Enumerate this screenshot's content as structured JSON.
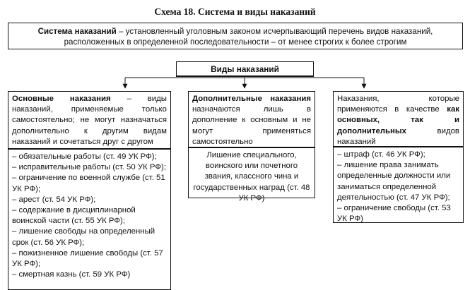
{
  "title": "Схема 18. Система и виды наказаний",
  "definition": {
    "term": "Система наказаний",
    "text": " – установленный уголовным законом исчерпывающий перечень видов наказаний, расположенных в определенной последовательности – от менее строгих к более строгим"
  },
  "types_label": "Виды наказаний",
  "main": {
    "head_bold": "Основные наказания",
    "head_text": " – виды наказаний, применяемые только самостоятельно; не могут назначаться дополнительно к другим видам наказаний и сочетаться друг с другом",
    "items": [
      "– обязательные работы (ст. 49 УК РФ);",
      "– исправительные работы (ст. 50 УК РФ);",
      "– ограничение по военной службе (ст. 51 УК РФ);",
      "– арест (ст. 54 УК РФ);",
      "– содержание в дисциплинарной воинской части (ст. 55 УК РФ);",
      "– лишение свободы на определенный срок (ст. 56 УК РФ);",
      "– пожизненное лишение свободы (ст. 57 УК РФ);",
      "– смертная казнь (ст. 59 УК РФ)"
    ]
  },
  "additional": {
    "head_bold": "Дополнительные наказания",
    "head_text": " назначаются лишь в дополнение к основным и не могут применяться самостоятельно",
    "items": [
      "Лишение специального, воинского или почетного звания, классного чина и государственных наград (ст. 48 УК РФ)"
    ]
  },
  "mixed": {
    "head_text": "Наказания, которые применяются в качестве ",
    "head_bold": "как основных, так и дополнительных",
    "head_text_end": " видов наказаний",
    "items": [
      "– штраф (ст. 46 УК РФ);",
      "– лишение права занимать определенные должности или заниматься определенной деятельностью (ст. 47 УК РФ);",
      "– ограничение свободы (ст. 53 УК РФ)"
    ]
  }
}
